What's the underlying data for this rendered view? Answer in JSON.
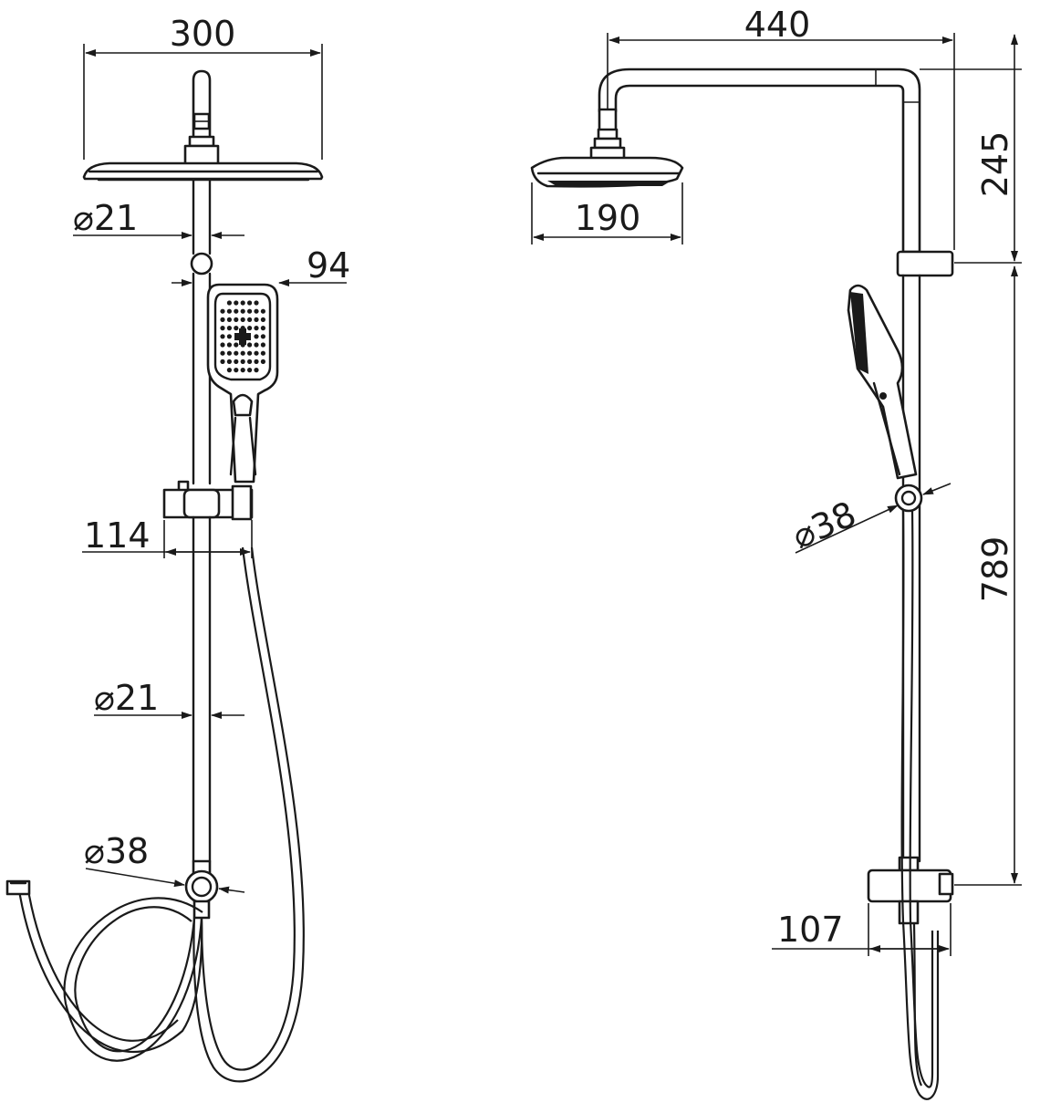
{
  "dimensions": {
    "front_head_width": "300",
    "front_riser_diameter": "⌀21",
    "front_handshower_width": "94",
    "front_slider_width": "114",
    "front_lower_riser_diameter": "⌀21",
    "front_connector_diameter": "⌀38",
    "side_arm_reach": "440",
    "side_head_diameter": "190",
    "side_arm_height": "245",
    "side_riser_height": "789",
    "side_connector_diameter": "⌀38",
    "side_bracket_depth": "107"
  },
  "colors": {
    "line": "#1a1a1a",
    "background": "#ffffff"
  }
}
